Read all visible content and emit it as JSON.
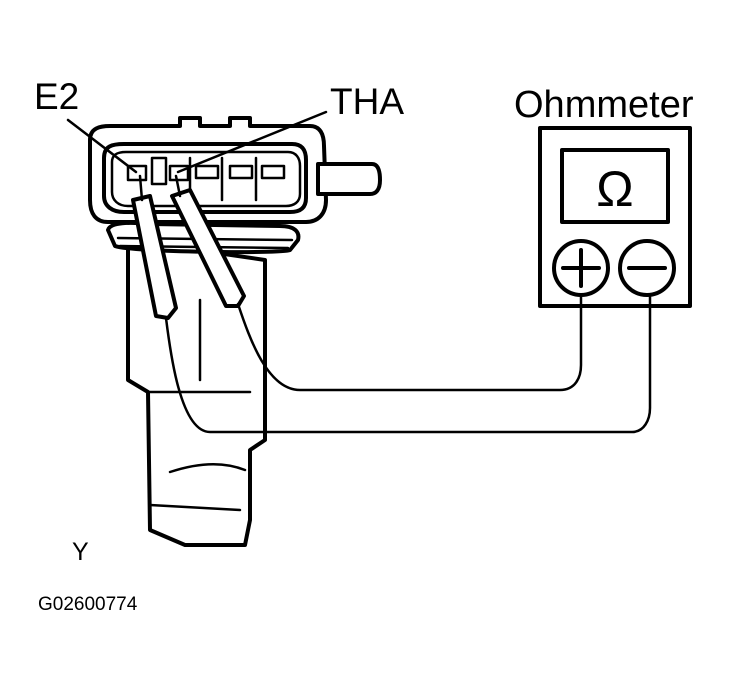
{
  "labels": {
    "e2": "E2",
    "tha": "THA",
    "ohmmeter": "Ohmmeter",
    "symbol": "Ω",
    "y": "Y",
    "figure_code": "G02600774"
  },
  "icons": {
    "plus_terminal": "plus-terminal-icon",
    "minus_terminal": "minus-terminal-icon"
  },
  "colors": {
    "ink": "#000000",
    "paper": "#ffffff"
  }
}
